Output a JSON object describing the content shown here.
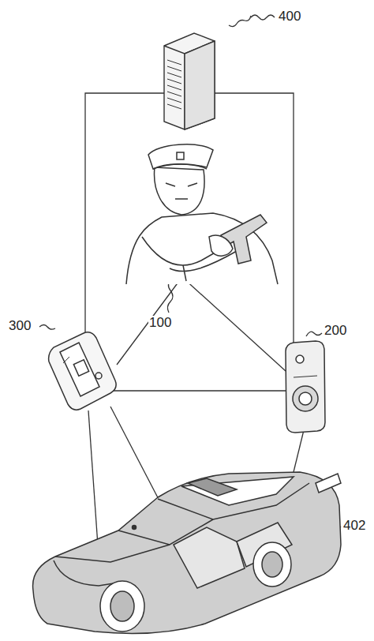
{
  "diagram": {
    "labels": [
      "400",
      "100",
      "300",
      "200",
      "402"
    ]
  }
}
